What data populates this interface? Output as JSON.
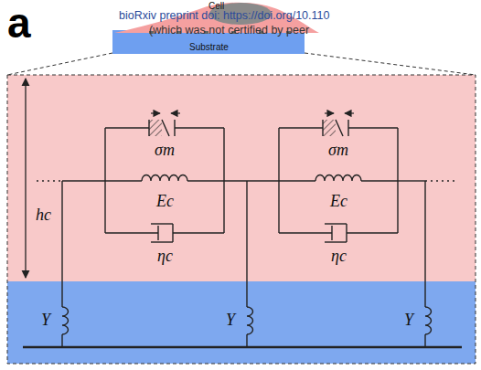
{
  "diagram": {
    "nodes": [
      {
        "text": [
          "Cell"
        ]
      },
      {
        "text": [
          "Substrate"
        ]
      }
    ],
    "labels": [
      "a",
      "bioRxiv preprint doi: https://doi.org/10.110",
      "(which was not certified by peer",
      "σm",
      "Ec",
      "ηc",
      "σm",
      "Ec",
      "ηc",
      "hc",
      "Y",
      "Y",
      "Y"
    ]
  }
}
